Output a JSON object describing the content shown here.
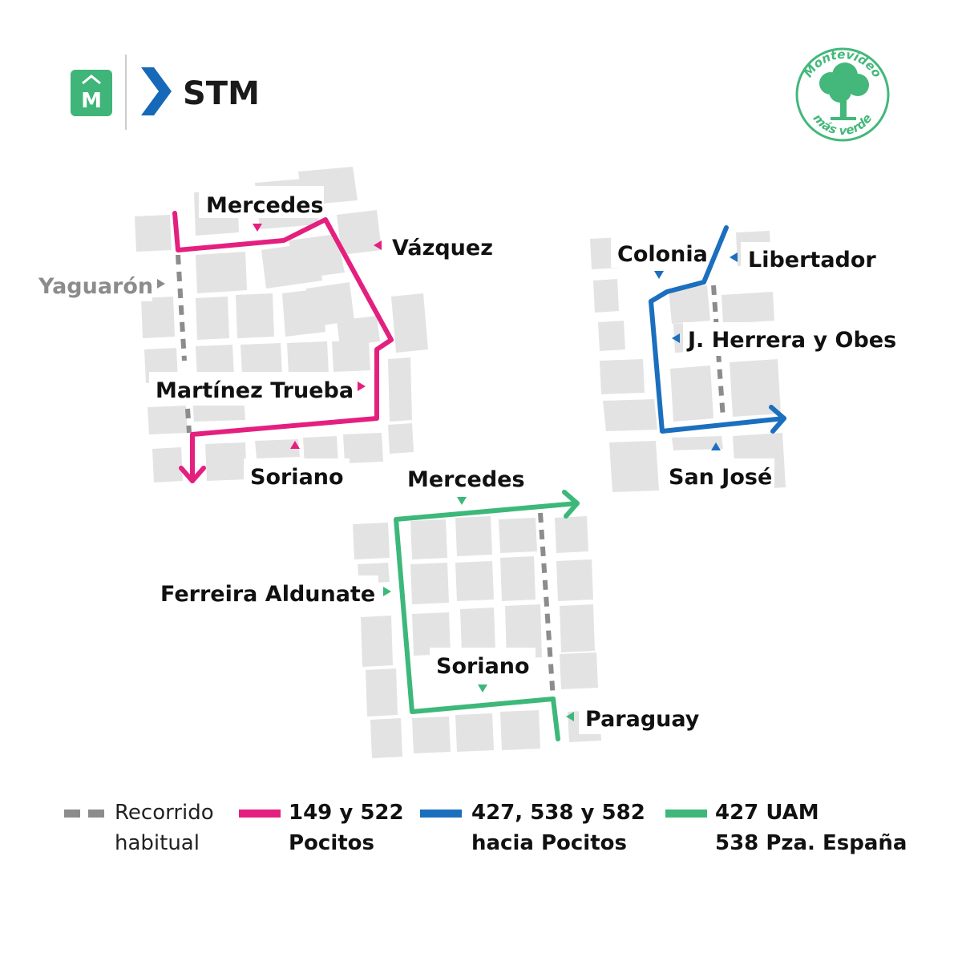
{
  "header": {
    "brand_name": "STM",
    "brand_color": "#1668b8",
    "municipal_logo_icon": "montevideo-m-icon",
    "municipal_color": "#3fb579",
    "badge": {
      "icon": "tree-icon",
      "top_text": "Montevideo",
      "bottom_text": "más verde",
      "color": "#43b87a"
    }
  },
  "routes": {
    "pink": {
      "color": "#e4207f"
    },
    "blue": {
      "color": "#1b6fbe"
    },
    "green": {
      "color": "#3db87a"
    },
    "usual": {
      "color": "#8c8c8c"
    }
  },
  "streets": {
    "pink_mercedes": "Mercedes",
    "vazquez": "Vázquez",
    "yaguaron": "Yaguarón",
    "martinez_trueba": "Martínez Trueba",
    "pink_soriano": "Soriano",
    "colonia": "Colonia",
    "libertador": "Libertador",
    "herrera_obes": "J. Herrera y Obes",
    "san_jose": "San José",
    "green_mercedes": "Mercedes",
    "ferreira_aldunate": "Ferreira Aldunate",
    "green_soriano": "Soriano",
    "paraguay": "Paraguay"
  },
  "legend": [
    {
      "line1": "Recorrido",
      "line2": "habitual",
      "style": "dashed",
      "color": "#8c8c8c"
    },
    {
      "line1": "149 y 522",
      "line2": "Pocitos",
      "style": "solid",
      "color": "#e4207f"
    },
    {
      "line1": "427, 538 y 582",
      "line2": "hacia Pocitos",
      "style": "solid",
      "color": "#1b6fbe"
    },
    {
      "line1": "427 UAM",
      "line2": "538 Pza. España",
      "style": "solid",
      "color": "#3db87a"
    }
  ]
}
